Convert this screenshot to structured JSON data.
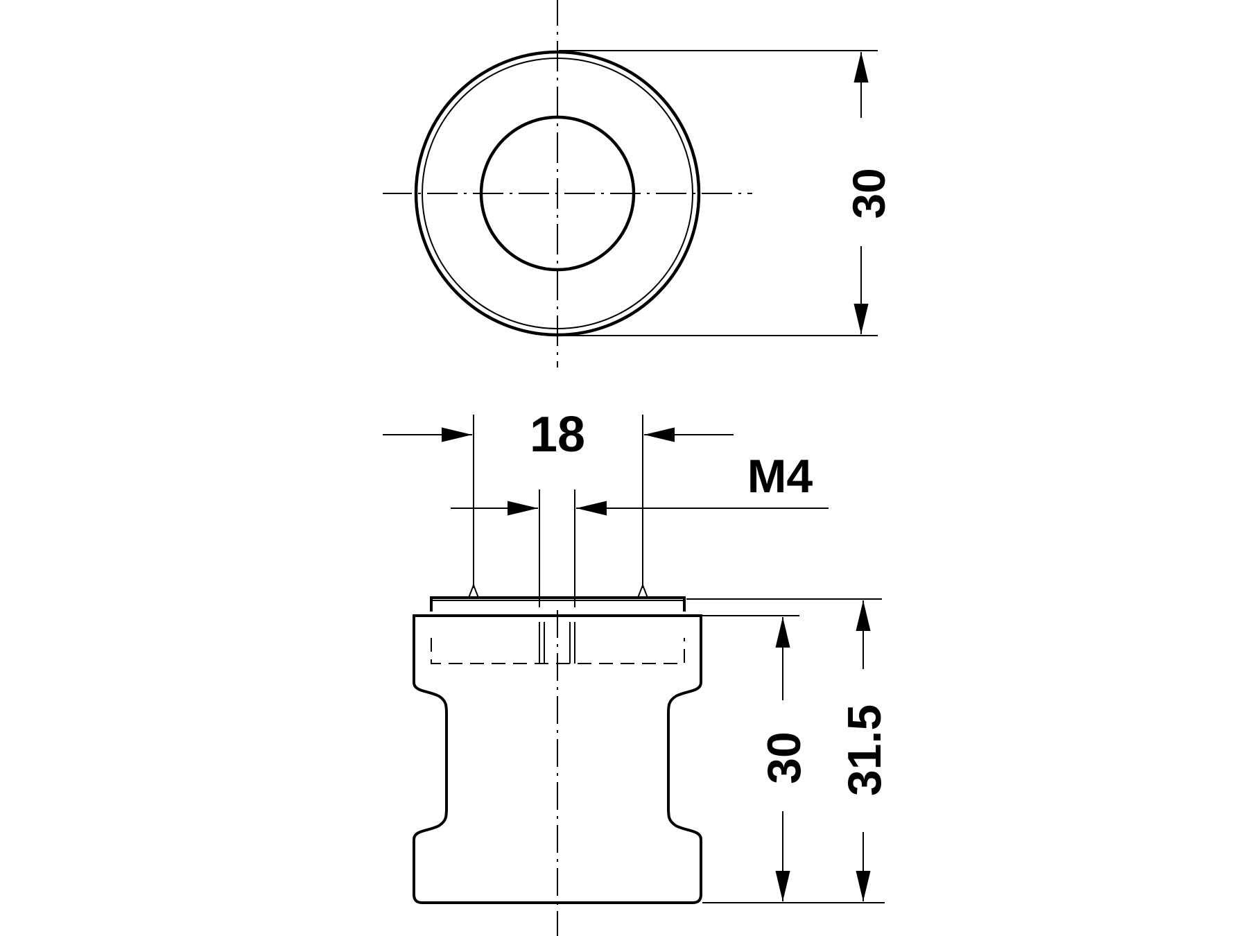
{
  "drawing": {
    "top_view": {
      "dimension_label": "30"
    },
    "side_view": {
      "width_label": "18",
      "thread_label": "M4",
      "body_height_label": "30",
      "total_height_label": "31.5"
    },
    "colors": {
      "line": "#000000",
      "background": "#ffffff"
    }
  }
}
